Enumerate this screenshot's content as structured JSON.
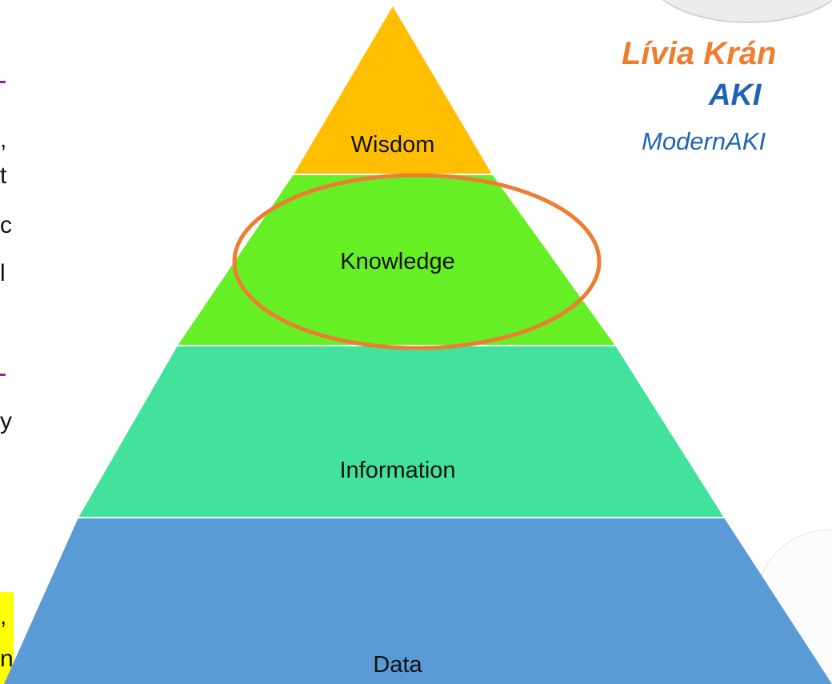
{
  "pyramid": {
    "tiers": [
      {
        "label": "Wisdom",
        "color": "#ffbf00"
      },
      {
        "label": "Knowledge",
        "color": "#66ef24"
      },
      {
        "label": "Information",
        "color": "#42e29c"
      },
      {
        "label": "Data",
        "color": "#5b9bd5"
      }
    ],
    "highlight_color": "#ed7d31",
    "highlighted_tier": "Knowledge"
  },
  "author": {
    "name": "Lívia Krán",
    "org": "AKI",
    "site": "ModernAKI"
  },
  "left_edge_fragments": [
    ",",
    "t",
    "c",
    "l",
    "y",
    ",",
    "n"
  ]
}
